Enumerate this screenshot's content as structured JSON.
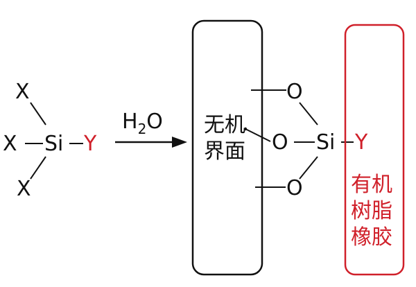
{
  "reactant": {
    "x_top": "X",
    "x_left": "X",
    "x_bottom": "X",
    "si": "Si",
    "y": "Y"
  },
  "arrow": {
    "reagent_main": "H",
    "reagent_sub": "2",
    "reagent_tail": "O"
  },
  "inorganic": {
    "line1": "无机",
    "line2": "界面"
  },
  "product": {
    "o_top": "O",
    "o_mid": "O",
    "o_bottom": "O",
    "si": "Si",
    "y": "Y"
  },
  "organic": {
    "line1": "有机",
    "line2": "树脂",
    "line3": "橡胶"
  },
  "colors": {
    "black": "#111111",
    "red": "#d0202a"
  }
}
